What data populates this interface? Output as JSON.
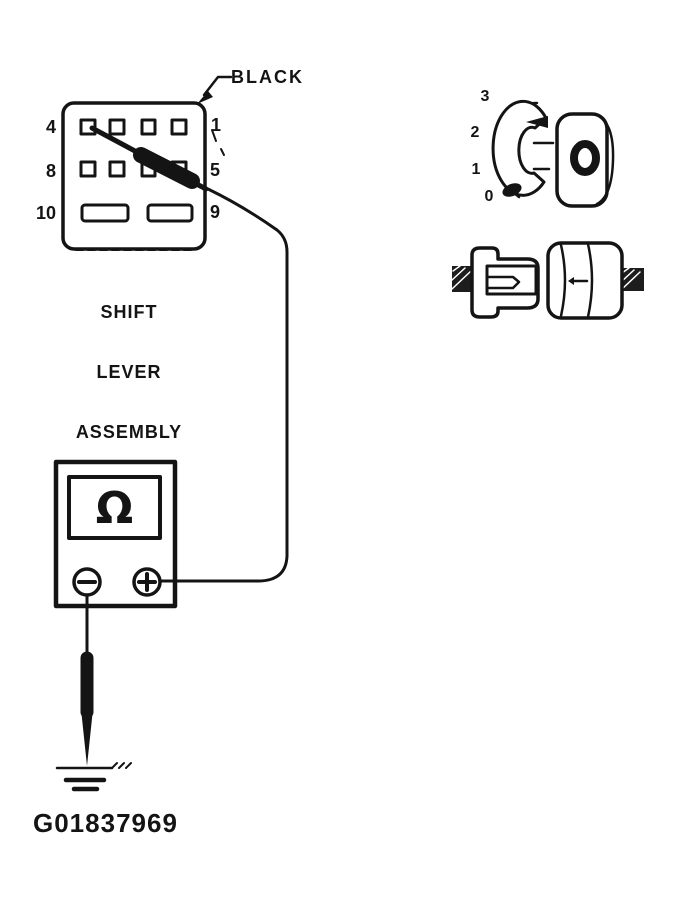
{
  "figure": {
    "code": "G01837969"
  },
  "wire_label": {
    "text": "BLACK"
  },
  "shift_lever_connector": {
    "caption_lines": [
      "SHIFT",
      "LEVER",
      "ASSEMBLY"
    ],
    "pin_labels_left": [
      "4",
      "8",
      "10"
    ],
    "pin_labels_right": [
      "1",
      "5",
      "9"
    ]
  },
  "switch_view": {
    "position_labels": [
      "3",
      "2",
      "1",
      "0"
    ]
  },
  "ohmmeter": {
    "display_symbol": "Ω",
    "negative_terminal_symbol": "−",
    "positive_terminal_symbol": "+"
  },
  "icons": {
    "ohm": "Ω",
    "minus_terminal": "−",
    "plus_terminal": "+",
    "ground": "⏚"
  },
  "colors": {
    "ink": "#141414",
    "paper": "#ffffff"
  }
}
